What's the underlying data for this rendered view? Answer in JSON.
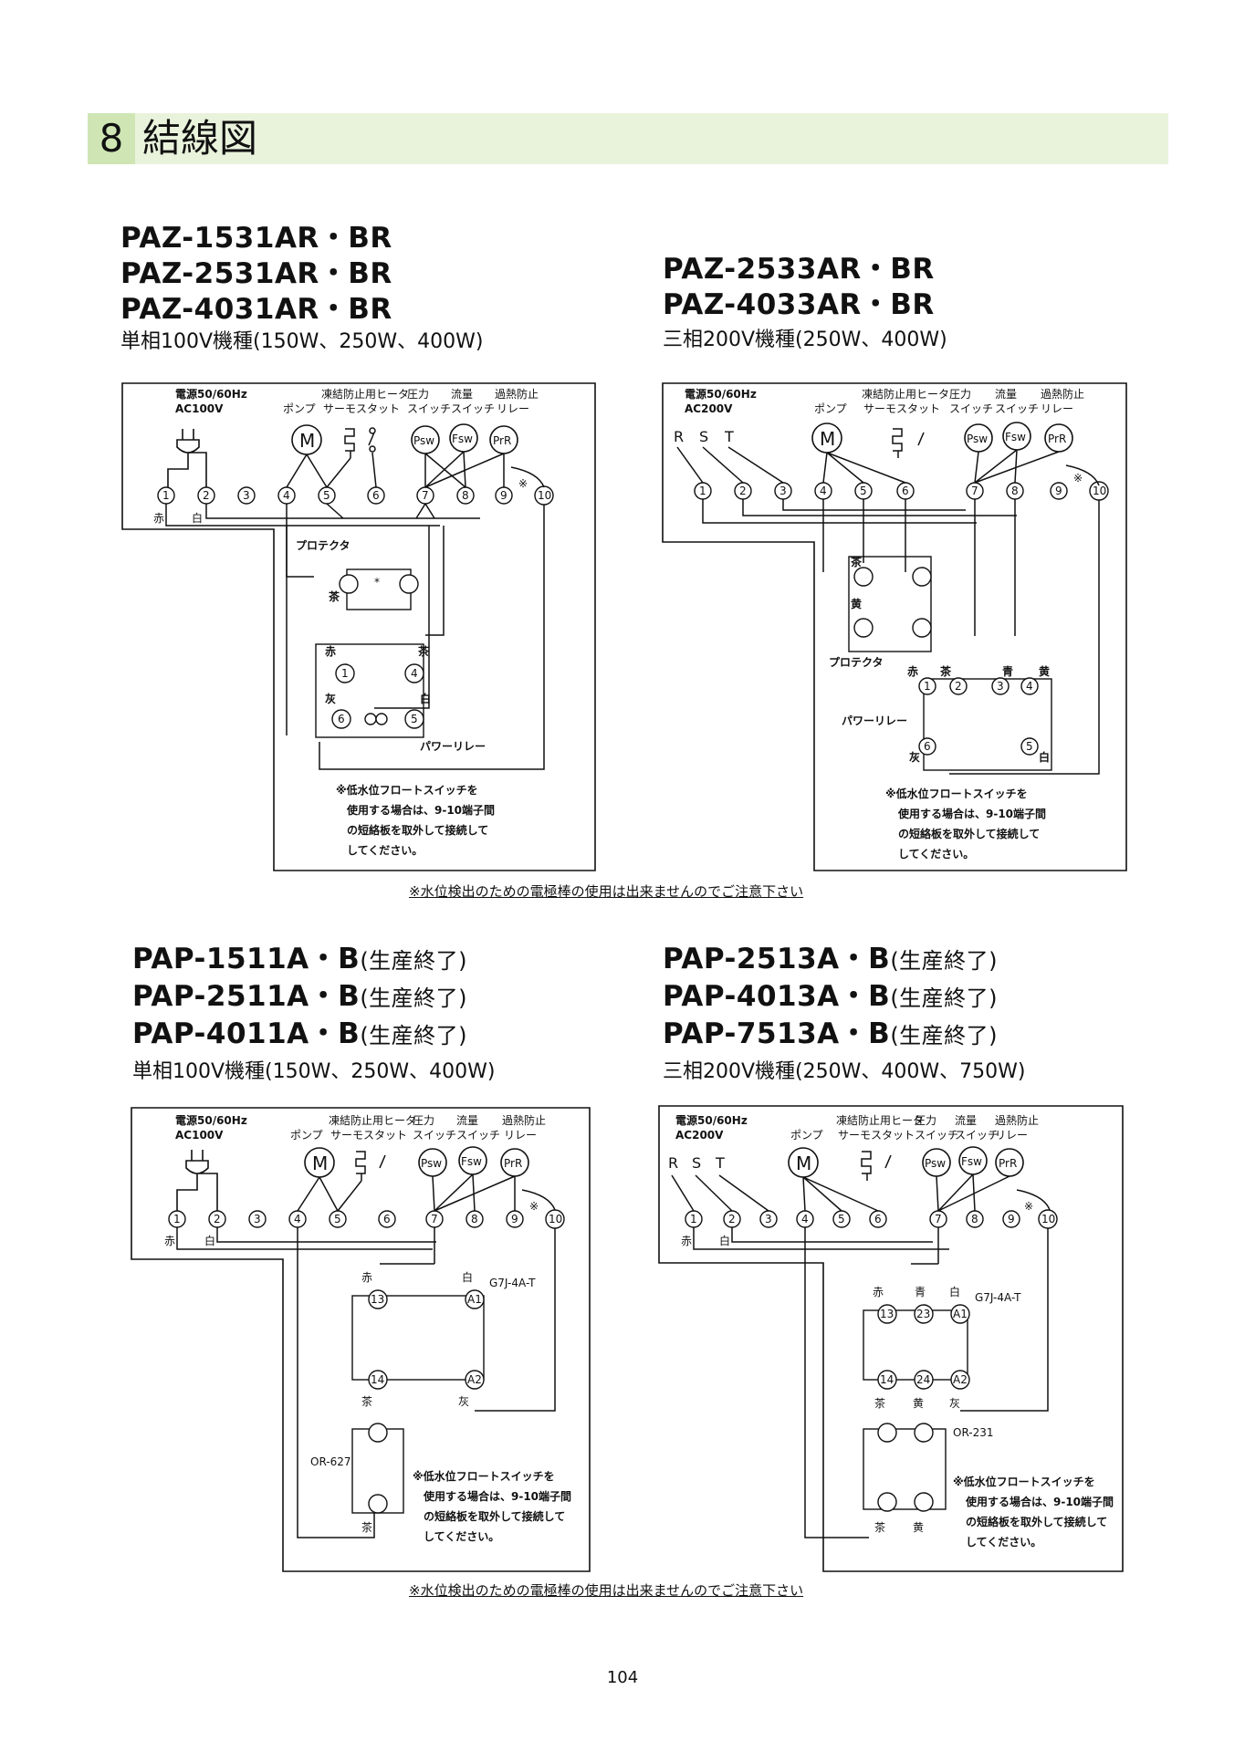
{
  "header": {
    "number": "8",
    "title": "結線図"
  },
  "sections": {
    "paz_single": {
      "models": [
        "PAZ-1531AR・BR",
        "PAZ-2531AR・BR",
        "PAZ-4031AR・BR"
      ],
      "spec": "単相100V機種(150W、250W、400W)"
    },
    "paz_three": {
      "models": [
        "PAZ-2533AR・BR",
        "PAZ-4033AR・BR"
      ],
      "spec": "三相200V機種(250W、400W)"
    },
    "pap_single": {
      "models": [
        "PAP-1511A・B",
        "PAP-2511A・B",
        "PAP-4011A・B"
      ],
      "eol": "(生産終了)",
      "spec": "単相100V機種(150W、250W、400W)"
    },
    "pap_three": {
      "models": [
        "PAP-2513A・B",
        "PAP-4013A・B",
        "PAP-7513A・B"
      ],
      "eol": "(生産終了)",
      "spec": "三相200V機種(250W、400W、750W)"
    }
  },
  "diagram_labels": {
    "power_freq": "電源50/60Hz",
    "ac100": "AC100V",
    "ac200": "AC200V",
    "pump": "ポンプ",
    "freeze_heater": "凍結防止用ヒータ",
    "thermostat": "サーモスタット",
    "pressure": "圧力",
    "flow": "流量",
    "switch": "スイッチ",
    "overheat": "過熱防止",
    "relay": "リレー",
    "motor": "M",
    "psw": "Psw",
    "fsw": "Fsw",
    "prr": "PrR",
    "protector": "プロテクタ",
    "power_relay": "パワーリレー",
    "g7j": "G7J-4A-T",
    "or627": "OR-627",
    "or231": "OR-231",
    "r": "R",
    "s": "S",
    "t": "T",
    "red": "赤",
    "white": "白",
    "brown": "茶",
    "yellow": "黄",
    "gray": "灰",
    "blue": "青",
    "kome": "※",
    "terminals": [
      "1",
      "2",
      "3",
      "4",
      "5",
      "6",
      "7",
      "8",
      "9",
      "10"
    ],
    "relay_terms": [
      "13",
      "14",
      "23",
      "24",
      "A1",
      "A2"
    ],
    "float_note": [
      "※低水位フロートスイッチを",
      "使用する場合は、9-10端子間",
      "の短絡板を取外して接続して",
      "してください。"
    ]
  },
  "notes": {
    "electrode": "※水位検出のための電極棒の使用は出来ませんのでご注意下さい"
  },
  "page_number": "104"
}
